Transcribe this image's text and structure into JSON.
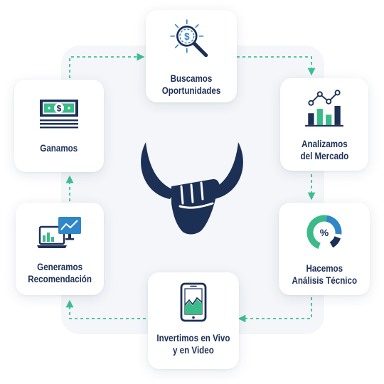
{
  "steps": [
    {
      "line1": "Buscamos",
      "line2": "Oportunidades",
      "icon": "magnifier-dollar-icon"
    },
    {
      "line1": "Analizamos",
      "line2": "del Mercado",
      "icon": "bar-chart-icon"
    },
    {
      "line1": "Hacemos",
      "line2": "Análisis Técnico",
      "icon": "percent-donut-icon"
    },
    {
      "line1": "Invertimos en Vivo",
      "line2": "y en Video",
      "icon": "tablet-chart-icon"
    },
    {
      "line1": "Generamos",
      "line2": "Recomendación",
      "icon": "laptop-screen-icon"
    },
    {
      "line1": "Ganamos",
      "line2": "",
      "icon": "banknote-stack-icon"
    }
  ],
  "center_logo": {
    "icon": "bull-horns-fist-icon"
  },
  "colors": {
    "navy": "#1c2f55",
    "green": "#3bba8a",
    "blue": "#2f86c8",
    "arrow": "#3fbf8f"
  }
}
